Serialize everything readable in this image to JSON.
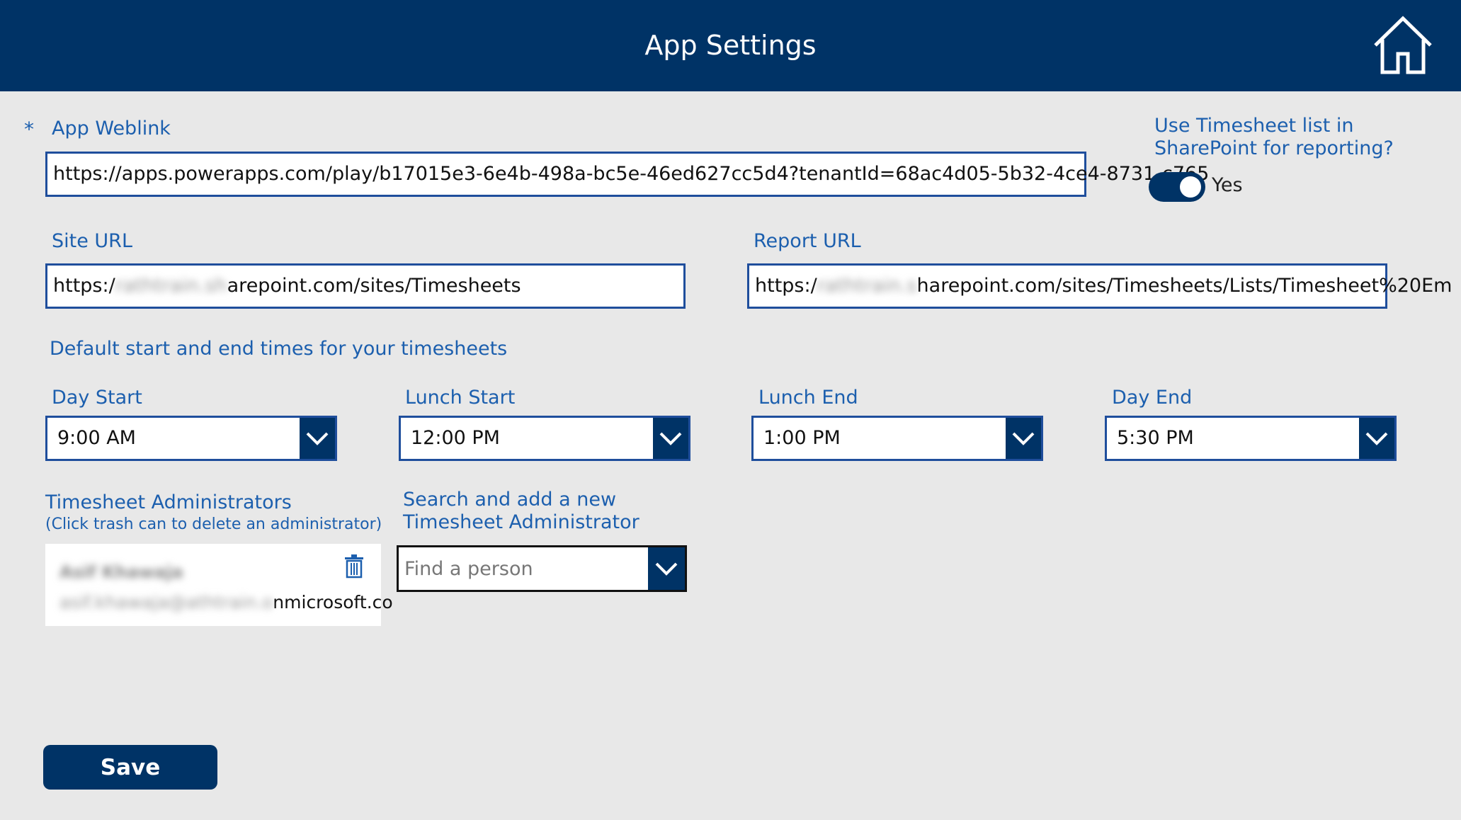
{
  "header": {
    "title": "App Settings",
    "home_icon": "home-icon"
  },
  "app_weblink": {
    "required_marker": "*",
    "label": "App Weblink",
    "value": "https://apps.powerapps.com/play/b17015e3-6e4b-498a-bc5e-46ed627cc5d4?tenantId=68ac4d05-5b32-4ce4-8731-c765"
  },
  "reporting_toggle": {
    "label_line1": "Use Timesheet list in",
    "label_line2": "SharePoint for reporting?",
    "value_label": "Yes",
    "on": true
  },
  "site_url": {
    "label": "Site URL",
    "prefix": "https:/",
    "redacted": "rathtrain.sh",
    "suffix": "arepoint.com/sites/Timesheets"
  },
  "report_url": {
    "label": "Report URL",
    "prefix": "https:/",
    "redacted": "rathtrain.s",
    "suffix": "harepoint.com/sites/Timesheets/Lists/Timesheet%20Em"
  },
  "defaults_heading": "Default start and end times for your timesheets",
  "times": {
    "day_start": {
      "label": "Day Start",
      "value": "9:00 AM"
    },
    "lunch_start": {
      "label": "Lunch Start",
      "value": "12:00 PM"
    },
    "lunch_end": {
      "label": "Lunch End",
      "value": "1:00 PM"
    },
    "day_end": {
      "label": "Day End",
      "value": "5:30 PM"
    }
  },
  "administrators": {
    "label": "Timesheet Administrators",
    "hint": "(Click trash can to delete an administrator)",
    "items": [
      {
        "name": "Asif Khawaja",
        "email_redacted": "asif.khawaja@athtrain.o",
        "email_visible": "nmicrosoft.co"
      }
    ]
  },
  "add_admin": {
    "label_line1": "Search and add a new",
    "label_line2": "Timesheet Administrator",
    "placeholder": "Find a person"
  },
  "save_label": "Save",
  "colors": {
    "primary": "#003366",
    "label": "#1c5fae",
    "background": "#e8e8e8",
    "border": "#1f4e9c"
  }
}
